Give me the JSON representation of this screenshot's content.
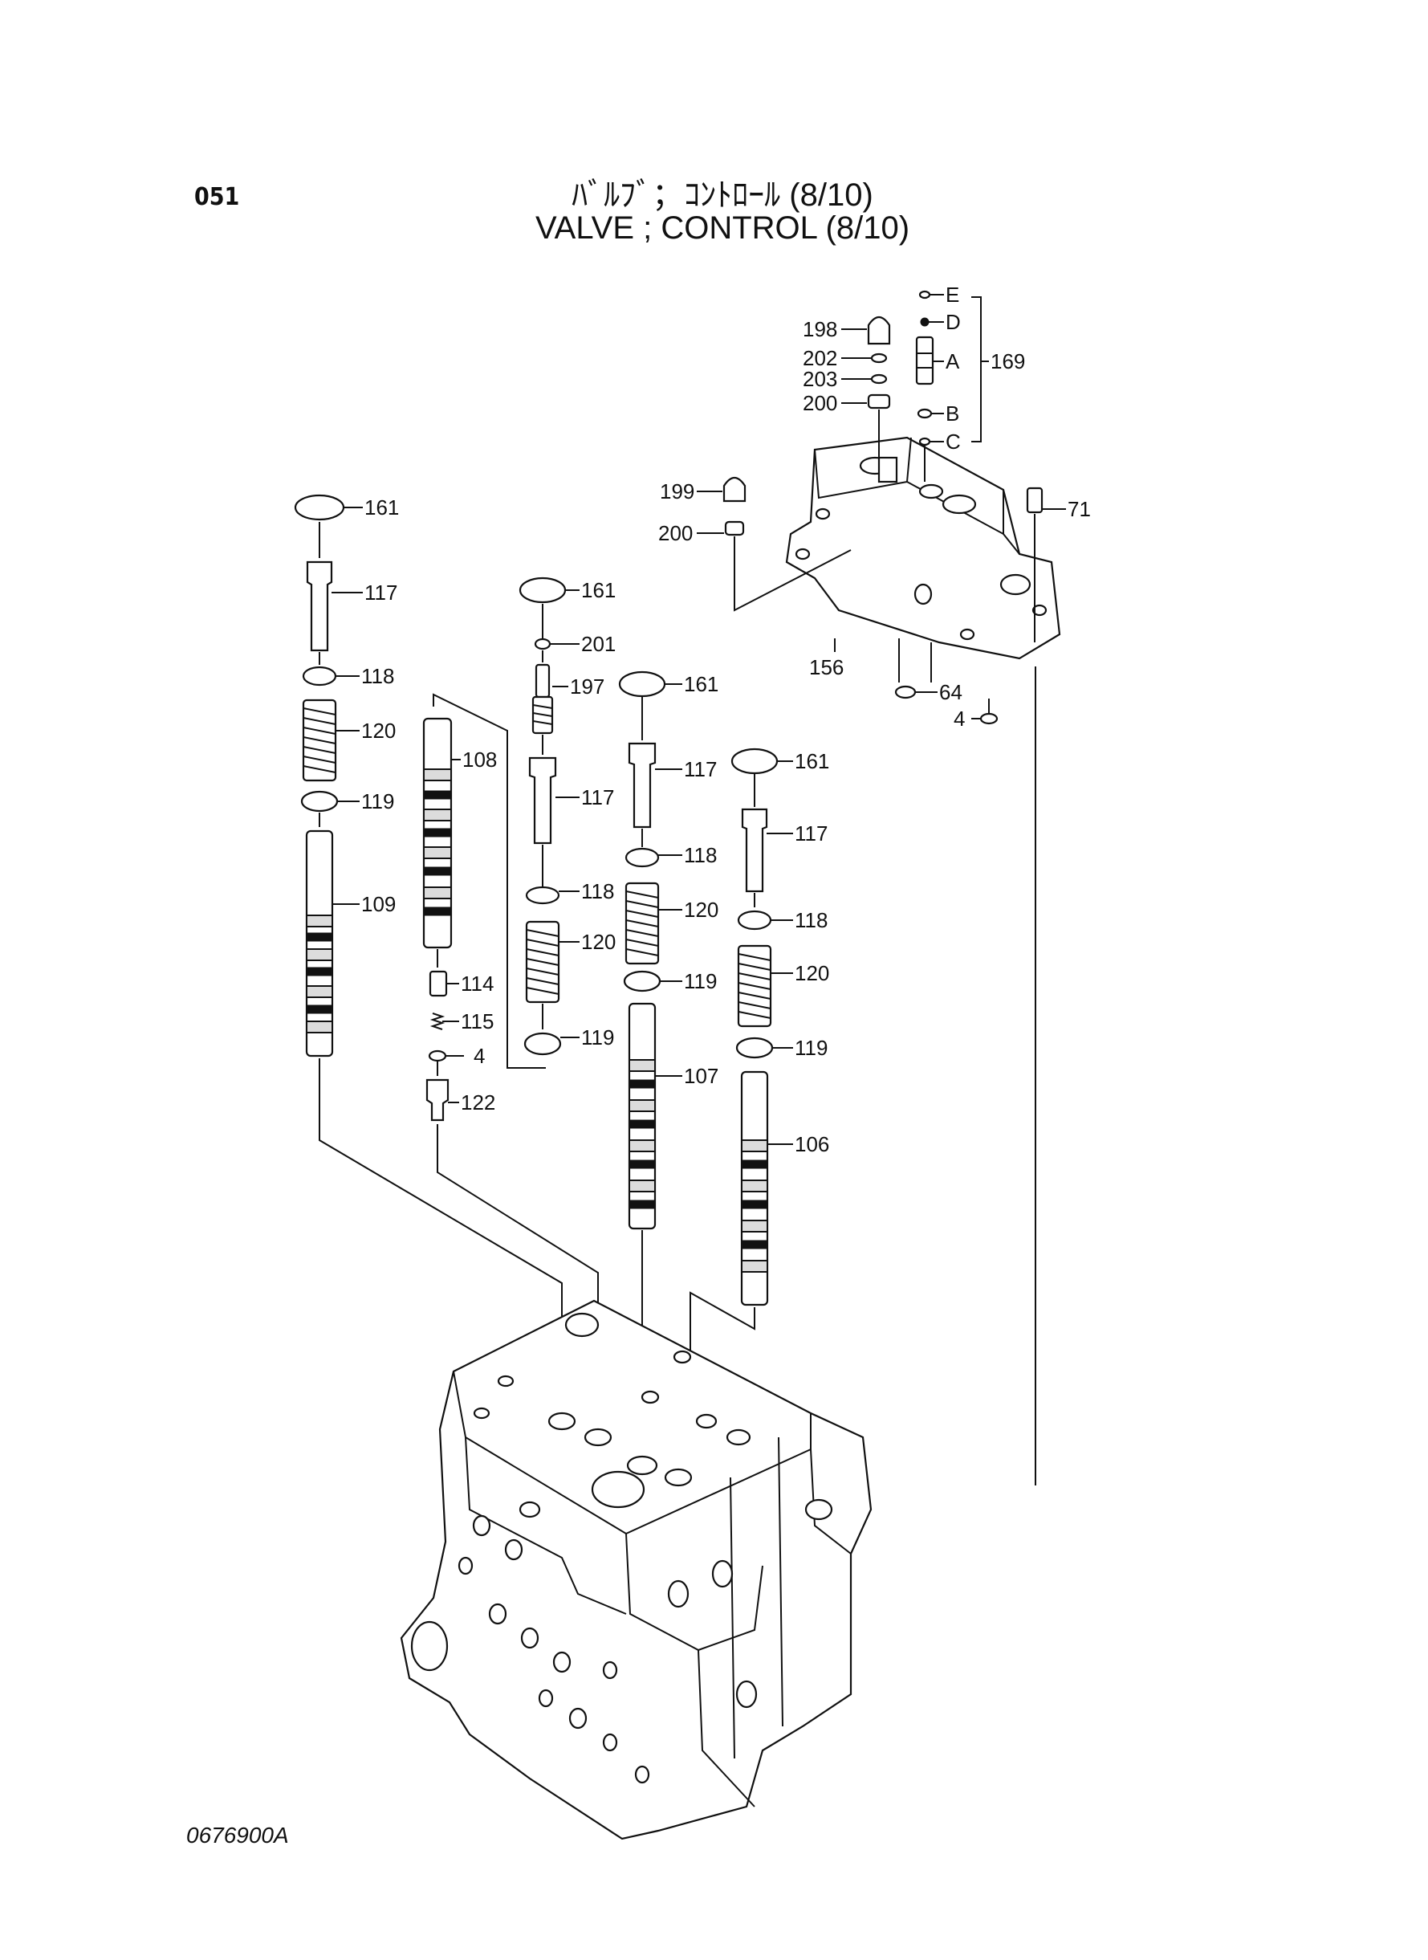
{
  "header": {
    "page_number": "051",
    "title_jp": "ﾊﾞﾙﾌﾞ；ｺﾝﾄﾛｰﾙ (8/10)",
    "title_en": "VALVE ; CONTROL (8/10)"
  },
  "footer": {
    "drawing_code": "0676900A"
  },
  "callouts": {
    "c161a": "161",
    "c117a": "117",
    "c118a": "118",
    "c120a": "120",
    "c119a": "119",
    "c109": "109",
    "c108": "108",
    "c114": "114",
    "c115": "115",
    "c4a": "4",
    "c122": "122",
    "c161b": "161",
    "c201": "201",
    "c197": "197",
    "c117b": "117",
    "c118b": "118",
    "c120b": "120",
    "c119b": "119",
    "c161c": "161",
    "c117c": "117",
    "c118c": "118",
    "c120c": "120",
    "c119c": "119",
    "c107": "107",
    "c161d": "161",
    "c117d": "117",
    "c118d": "118",
    "c120d": "120",
    "c119d": "119",
    "c106": "106",
    "c198": "198",
    "c202": "202",
    "c203": "203",
    "c200a": "200",
    "c199": "199",
    "c200b": "200",
    "cE": "E",
    "cD": "D",
    "cA": "A",
    "cB": "B",
    "cC": "C",
    "c169": "169",
    "c71": "71",
    "c156": "156",
    "c64": "64",
    "c4b": "4"
  }
}
